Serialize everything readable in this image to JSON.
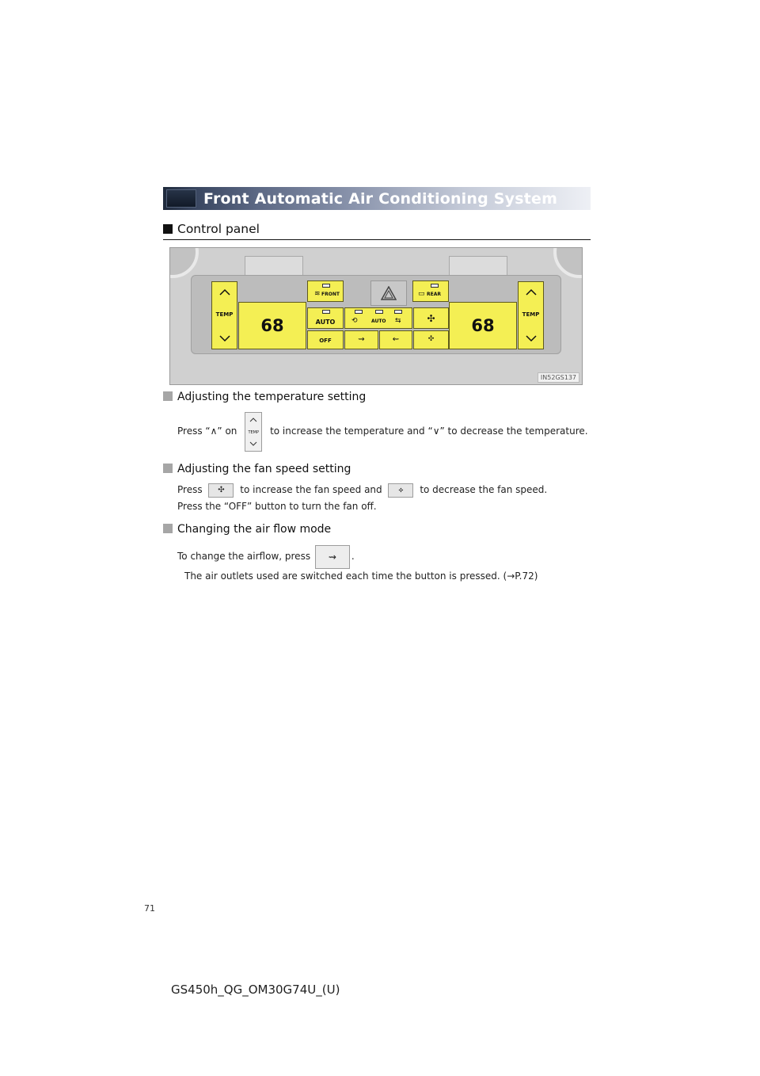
{
  "title": "Front Automatic Air Conditioning System",
  "control_panel": {
    "heading": "Control panel",
    "temp_label": "TEMP",
    "left_temp": "68",
    "right_temp": "68",
    "front_label": "FRONT",
    "rear_label": "REAR",
    "auto_label": "AUTO",
    "auto_mid_label": "AUTO",
    "off_label": "OFF",
    "image_code": "IN52GS137",
    "icons": [
      "up-arrow-icon",
      "down-arrow-icon",
      "front-defroster-icon",
      "rear-defroster-icon",
      "hazard-icon",
      "recirculation-icon",
      "fresh-air-icon",
      "fan-high-icon",
      "fan-low-icon",
      "airflow-mode-icon"
    ]
  },
  "temperature": {
    "heading": "Adjusting the temperature setting",
    "text_a": "Press “",
    "up_sym": "∧",
    "text_b": "” on",
    "key_label": "TEMP",
    "text_c": "to increase the temperature and “",
    "down_sym": "∨",
    "text_d": "” to decrease the temperature."
  },
  "fan": {
    "heading": "Adjusting the fan speed setting",
    "text_a": "Press",
    "text_b": "to increase the fan speed and",
    "text_c": "to decrease the fan speed.",
    "line2": "Press the “OFF” button to turn the fan off."
  },
  "airflow": {
    "heading": "Changing the air flow mode",
    "text_a": "To change the airflow, press",
    "text_b": ".",
    "line2_a": "The air outlets used are switched each time the button is pressed. (",
    "arrow": "→",
    "line2_b": "P.72)"
  },
  "page_number": "71",
  "footer_code": "GS450h_QG_OM30G74U_(U)"
}
